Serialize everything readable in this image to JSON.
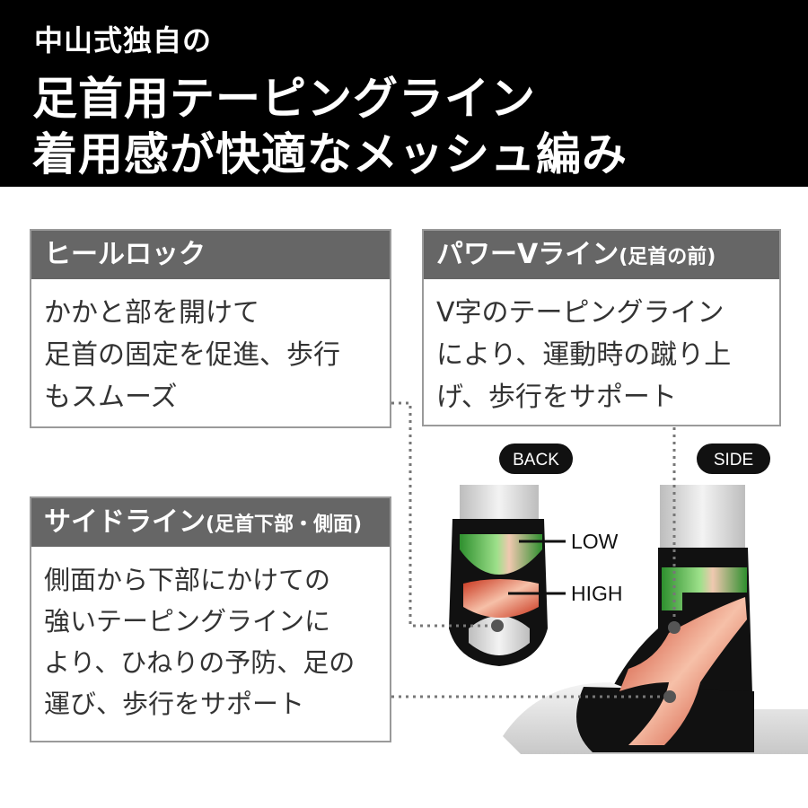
{
  "header": {
    "line1": "中山式独自の",
    "line2": "足首用テーピングライン",
    "line3": "着用感が快適なメッシュ編み"
  },
  "boxes": {
    "heel_lock": {
      "title": "ヒールロック",
      "lines": [
        "かかと部を開けて",
        "足首の固定を促進、歩行",
        "もスムーズ"
      ]
    },
    "power_v": {
      "title": "パワーVライン",
      "title_note": "(足首の前)",
      "lines": [
        "V字のテーピングライン",
        "により、運動時の蹴り上",
        "げ、歩行をサポート"
      ]
    },
    "side_line": {
      "title": "サイドライン",
      "title_note": "(足首下部・側面)",
      "lines": [
        "側面から下部にかけての",
        "強いテーピングラインに",
        "より、ひねりの予防、足の",
        "運び、歩行をサポート"
      ]
    }
  },
  "illustration": {
    "back_label": "BACK",
    "side_label": "SIDE",
    "low_label": "LOW",
    "high_label": "HIGH"
  },
  "colors": {
    "header_bg": "#000000",
    "title_bg": "#666666",
    "box_border": "#9a9a9a",
    "band_green": "#2f9e2f",
    "band_red": "#d8401f"
  }
}
